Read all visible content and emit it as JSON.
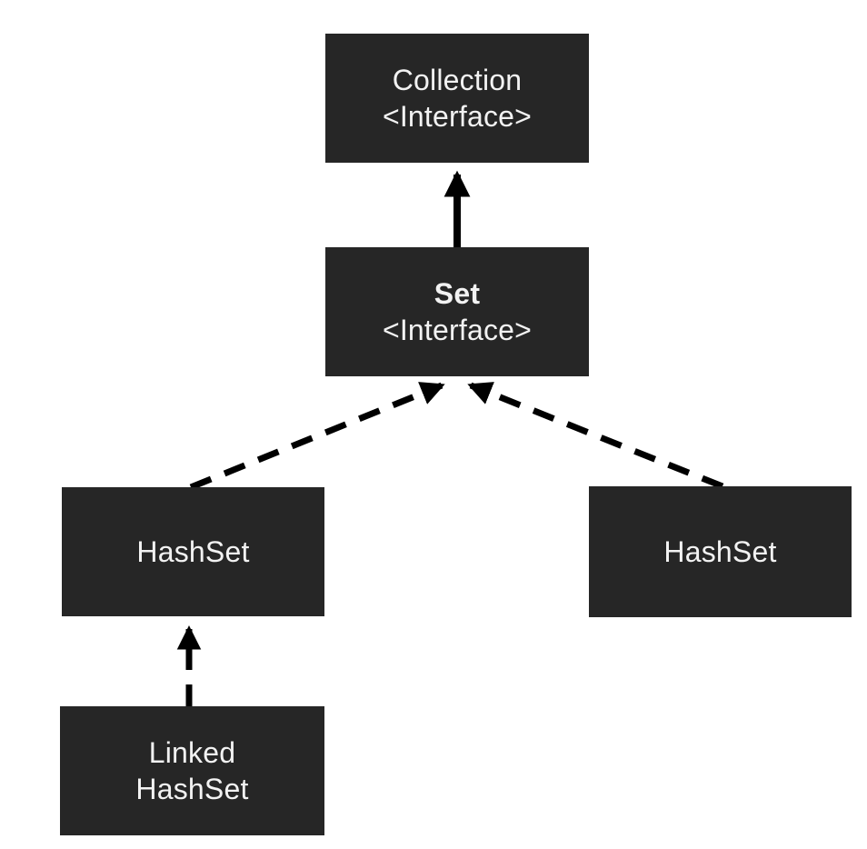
{
  "diagram": {
    "type": "class-hierarchy",
    "colors": {
      "background": "#ffffff",
      "box_fill": "#262626",
      "box_text": "#f2f2f2",
      "arrow": "#000000"
    },
    "nodes": [
      {
        "id": "collection",
        "line1": "Collection",
        "line2": "<Interface>",
        "line1_bold": false
      },
      {
        "id": "set",
        "line1": "Set",
        "line2": "<Interface>",
        "line1_bold": true
      },
      {
        "id": "hashset-left",
        "line1": "HashSet",
        "line2": "",
        "line1_bold": false
      },
      {
        "id": "hashset-right",
        "line1": "HashSet",
        "line2": "",
        "line1_bold": false
      },
      {
        "id": "linked-hashset",
        "line1": "Linked",
        "line2": "HashSet",
        "line1_bold": false
      }
    ],
    "edges": [
      {
        "from": "set",
        "to": "collection",
        "style": "solid"
      },
      {
        "from": "hashset-left",
        "to": "set",
        "style": "dashed"
      },
      {
        "from": "hashset-right",
        "to": "set",
        "style": "dashed"
      },
      {
        "from": "linked-hashset",
        "to": "hashset-left",
        "style": "dashed"
      }
    ]
  }
}
